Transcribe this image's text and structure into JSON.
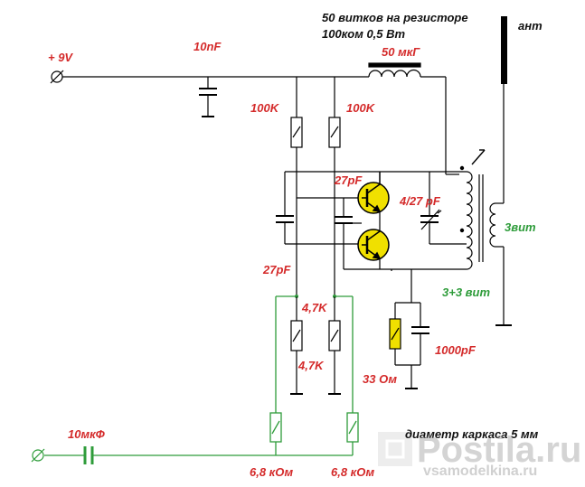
{
  "labels": {
    "supply": "+ 9V",
    "cap_10nf": "10nF",
    "note_line1": "50 витков на резисторе",
    "note_line2": "100ком 0,5 Вт",
    "choke": "50 мкГ",
    "antenna": "ант",
    "r100k_left": "100K",
    "r100k_right": "100K",
    "cap_27pf_top": "27pF",
    "trimmer": "4/27 pF",
    "coil_3t": "3вит",
    "cap_27pf_left": "27pF",
    "coil_3_3": "3+3 вит",
    "r47_top": "4,7K",
    "r47_bottom": "4,7K",
    "cap_1000pf": "1000pF",
    "r33": "33 Ом",
    "cap_10uf": "10мкФ",
    "coil_diameter": "диаметр каркаса 5 мм",
    "r68_left": "6,8 кОм",
    "r68_right": "6,8 кОм",
    "watermark_main": "Postila.ru",
    "watermark_sub": "vsamodelkina.ru"
  },
  "colors": {
    "wire": "#000000",
    "audio_wire": "#2e9c3a",
    "label_red": "#d42a2a",
    "label_green": "#2e9c3a",
    "transistor_fill": "#f0e000",
    "resistor_33_fill": "#f0e000"
  }
}
